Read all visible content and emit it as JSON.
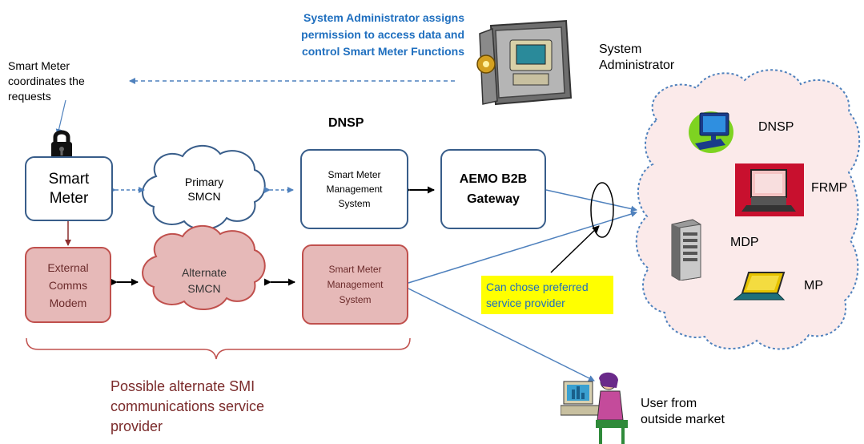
{
  "sysadmin": {
    "note_line1": "System Administrator assigns",
    "note_line2": "permission to access data and",
    "note_line3": "control Smart Meter Functions",
    "label_line1": "System",
    "label_line2": "Administrator"
  },
  "smart_meter_note": {
    "line1": "Smart Meter",
    "line2": "coordinates the",
    "line3": "requests"
  },
  "dnsp_title": "DNSP",
  "boxes": {
    "smart_meter_l1": "Smart",
    "smart_meter_l2": "Meter",
    "primary_smcn_l1": "Primary",
    "primary_smcn_l2": "SMCN",
    "smms_top_l1": "Smart Meter",
    "smms_top_l2": "Management",
    "smms_top_l3": "System",
    "aemo_l1": "AEMO B2B",
    "aemo_l2": "Gateway",
    "ext_modem_l1": "External",
    "ext_modem_l2": "Comms",
    "ext_modem_l3": "Modem",
    "alt_smcn_l1": "Alternate",
    "alt_smcn_l2": "SMCN",
    "smms_bottom_l1": "Smart Meter",
    "smms_bottom_l2": "Management",
    "smms_bottom_l3": "System"
  },
  "callout": {
    "line1": "Can chose preferred",
    "line2": "service provider"
  },
  "market": {
    "dnsp": "DNSP",
    "frmp": "FRMP",
    "mdp": "MDP",
    "mp": "MP"
  },
  "alternate_provider": {
    "line1": "Possible alternate SMI",
    "line2": "communications service",
    "line3": "provider"
  },
  "user": {
    "line1": "User from",
    "line2": "outside market"
  },
  "colors": {
    "note_blue": "#1f6fbf",
    "box_blue": "#385d8a",
    "box_red_fill": "#e6b9b8",
    "box_red_border": "#c0504d",
    "maroon_text": "#7b2b2b",
    "callout_yellow": "#ffff00"
  },
  "icons": [
    "padlock-icon",
    "vault-computer-icon",
    "desktop-computer-icon",
    "laptop-icon",
    "server-tower-icon",
    "user-at-computer-icon"
  ]
}
